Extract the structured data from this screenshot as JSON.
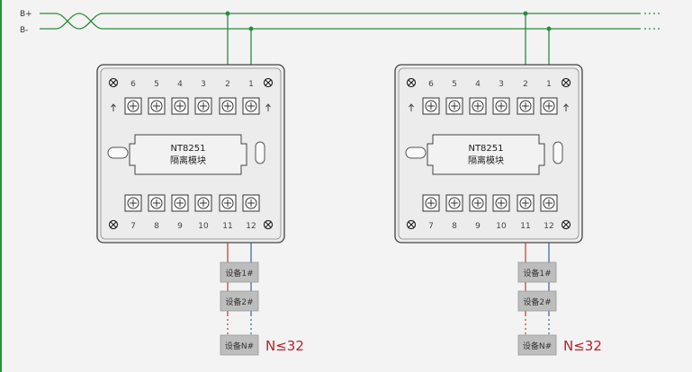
{
  "bus": {
    "positive_label": "B+",
    "negative_label": "B-",
    "color": "#2e8b3c"
  },
  "modules": [
    {
      "model": "NT8251",
      "name": "隔离模块",
      "top_terminals": [
        "6",
        "5",
        "4",
        "3",
        "2",
        "1"
      ],
      "bottom_terminals": [
        "7",
        "8",
        "9",
        "10",
        "11",
        "12"
      ],
      "devices": [
        "设备1#",
        "设备2#",
        "设备N#"
      ],
      "count_note": "N≤32"
    },
    {
      "model": "NT8251",
      "name": "隔离模块",
      "top_terminals": [
        "6",
        "5",
        "4",
        "3",
        "2",
        "1"
      ],
      "bottom_terminals": [
        "7",
        "8",
        "9",
        "10",
        "11",
        "12"
      ],
      "devices": [
        "设备1#",
        "设备2#",
        "设备N#"
      ],
      "count_note": "N≤32"
    }
  ],
  "colors": {
    "wire_red": "#c0392b",
    "wire_blue": "#2f5fa8",
    "module_fill": "#ececec",
    "device_fill": "#bdbdbd",
    "note": "#b3252d"
  }
}
